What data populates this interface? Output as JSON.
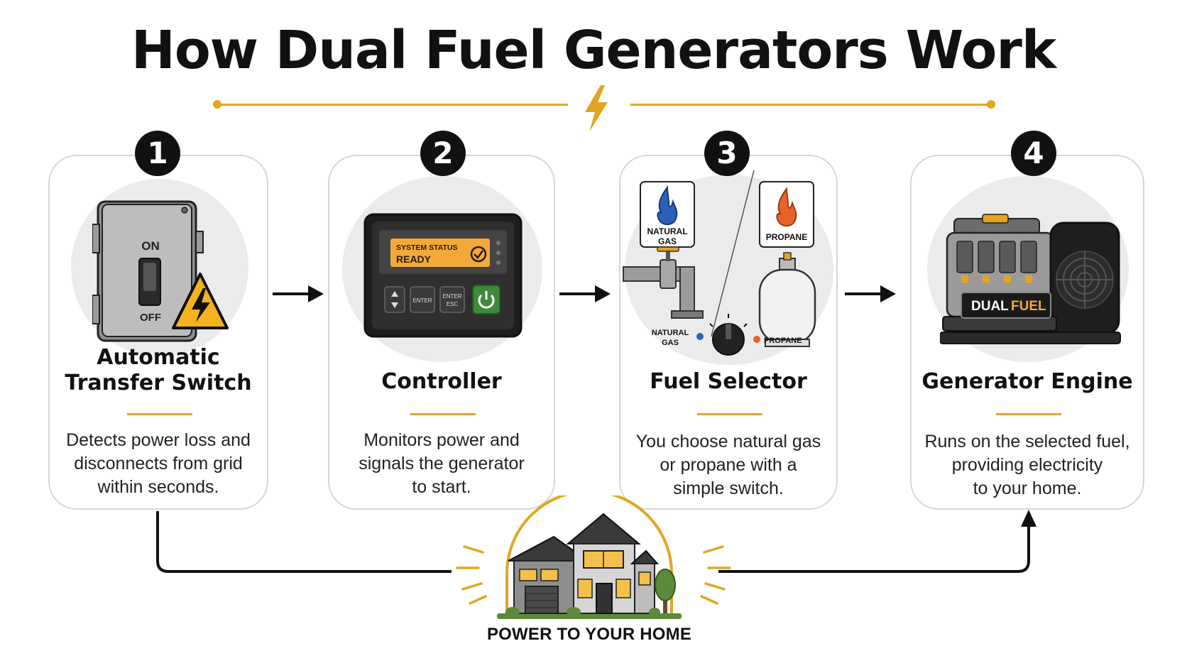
{
  "title": "How Dual Fuel Generators Work",
  "colors": {
    "accent": "#e3a521",
    "dark": "#111111",
    "card_border": "#d6d6d6",
    "art_bg": "#ebebeb"
  },
  "steps": [
    {
      "number": "1",
      "title_line1": "Automatic",
      "title_line2": "Transfer Switch",
      "desc_line1": "Detects power loss and",
      "desc_line2": "disconnects from grid",
      "desc_line3": "within seconds.",
      "art": {
        "on_label": "ON",
        "off_label": "OFF",
        "icon": "warning-bolt-icon"
      }
    },
    {
      "number": "2",
      "title_line1": "Controller",
      "desc_line1": "Monitors power and",
      "desc_line2": "signals the generator",
      "desc_line3": "to start.",
      "art": {
        "status_label": "SYSTEM STATUS",
        "status_value": "READY",
        "enter_label": "ENTER",
        "enter_esc_label1": "ENTER",
        "enter_esc_label2": "ESC",
        "icon": "power-icon"
      }
    },
    {
      "number": "3",
      "title_line1": "Fuel Selector",
      "desc_line1": "You choose natural gas",
      "desc_line2": "or propane with a",
      "desc_line3": "simple switch.",
      "art": {
        "ng_label1": "NATURAL",
        "ng_label2": "GAS",
        "propane_label": "PROPANE",
        "knob_ng1": "NATURAL",
        "knob_ng2": "GAS",
        "knob_propane": "PROPANE"
      }
    },
    {
      "number": "4",
      "title_line1": "Generator Engine",
      "desc_line1": "Runs on the selected fuel,",
      "desc_line2": "providing electricity",
      "desc_line3": "to your home.",
      "art": {
        "plate_word1": "DUAL",
        "plate_word2": "FUEL"
      }
    }
  ],
  "home": {
    "label": "POWER TO YOUR HOME"
  }
}
